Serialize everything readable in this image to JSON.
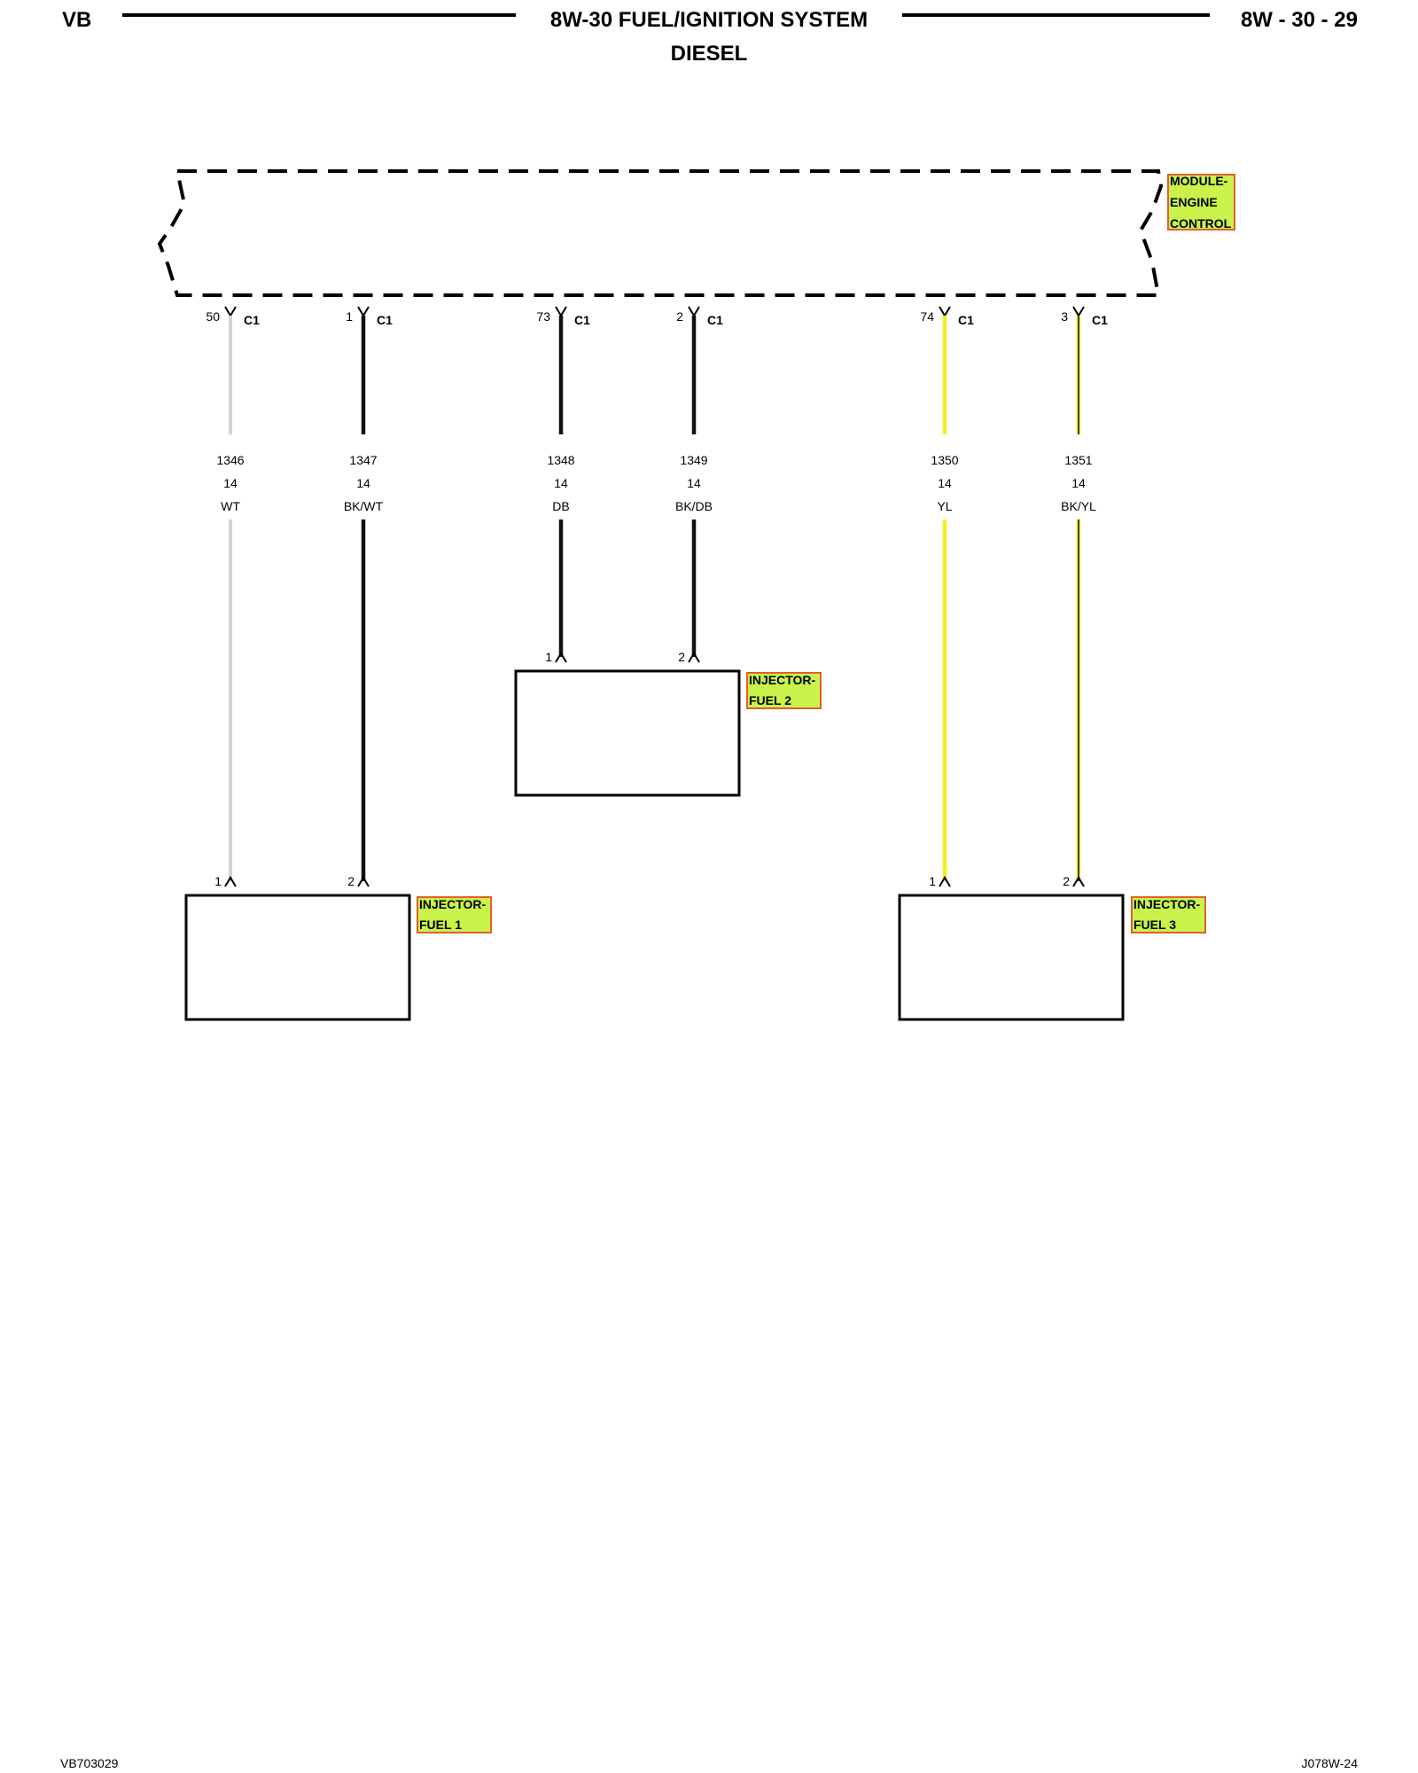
{
  "header": {
    "left": "VB",
    "title": "8W-30 FUEL/IGNITION SYSTEM",
    "subtitle": "DIESEL",
    "page": "8W - 30 - 29"
  },
  "module": {
    "line1": "MODULE-",
    "line2": "ENGINE",
    "line3": "CONTROL"
  },
  "wires": [
    {
      "pin": "50",
      "connector": "C1",
      "circuit": "1346",
      "gauge": "14",
      "color": "WT",
      "stroke": "#d4d4d4",
      "tracer": "",
      "dest_pin": "1"
    },
    {
      "pin": "1",
      "connector": "C1",
      "circuit": "1347",
      "gauge": "14",
      "color": "BK/WT",
      "stroke": "#111111",
      "tracer": "",
      "dest_pin": "2"
    },
    {
      "pin": "73",
      "connector": "C1",
      "circuit": "1348",
      "gauge": "14",
      "color": "DB",
      "stroke": "#111111",
      "tracer": "",
      "dest_pin": "1"
    },
    {
      "pin": "2",
      "connector": "C1",
      "circuit": "1349",
      "gauge": "14",
      "color": "BK/DB",
      "stroke": "#111111",
      "tracer": "",
      "dest_pin": "2"
    },
    {
      "pin": "74",
      "connector": "C1",
      "circuit": "1350",
      "gauge": "14",
      "color": "YL",
      "stroke": "#f5f01a",
      "tracer": "",
      "dest_pin": "1"
    },
    {
      "pin": "3",
      "connector": "C1",
      "circuit": "1351",
      "gauge": "14",
      "color": "BK/YL",
      "stroke": "#f5f01a",
      "tracer": "#111111",
      "dest_pin": "2"
    }
  ],
  "injectors": [
    {
      "line1": "INJECTOR-",
      "line2": "FUEL 1"
    },
    {
      "line1": "INJECTOR-",
      "line2": "FUEL 2"
    },
    {
      "line1": "INJECTOR-",
      "line2": "FUEL 3"
    }
  ],
  "footer": {
    "left": "VB703029",
    "right": "J078W-24"
  },
  "colors": {
    "tag_fill": "#c9f24a",
    "tag_border": "#e0602a"
  }
}
